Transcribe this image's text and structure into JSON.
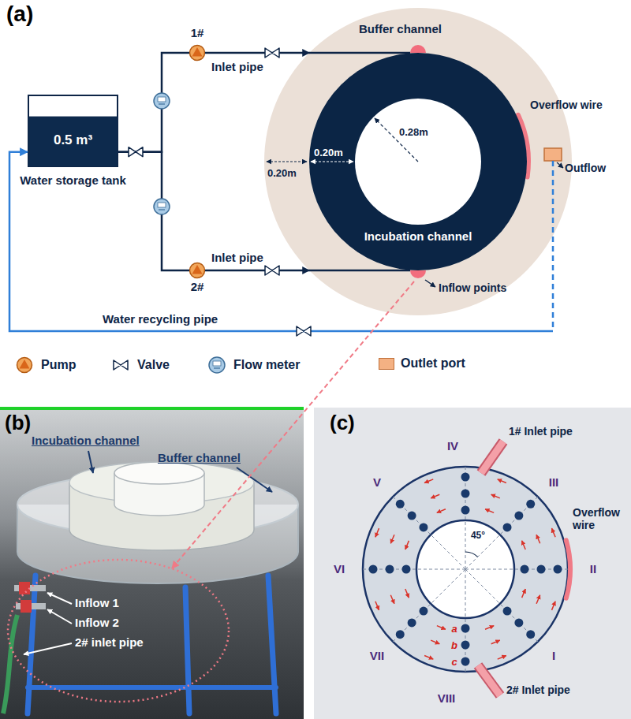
{
  "diagram": {
    "nodes": [
      {
        "text": [
          "0.5 m³",
          "Water storage tank"
        ]
      },
      {
        "text": [
          "1#"
        ]
      },
      {
        "text": [
          "2#"
        ]
      },
      {
        "text": [
          "Buffer channel"
        ]
      },
      {
        "text": [
          "Incubation channel"
        ],
        "in": 3
      },
      {
        "text": [
          "Outflow"
        ],
        "in": 3
      }
    ],
    "edges": [
      {
        "from": 0,
        "to": 1,
        "arrow": "none"
      },
      {
        "from": 0,
        "to": 2,
        "arrow": "none"
      },
      {
        "from": 1,
        "to": 3,
        "arrow": "to",
        "label": "Inlet pipe"
      },
      {
        "from": 2,
        "to": 3,
        "arrow": "to",
        "label": "Inlet pipe"
      },
      {
        "from": 5,
        "to": 0,
        "arrow": "to",
        "label": "Water recycling pipe"
      }
    ],
    "labels": [
      "(a)",
      "0.20m",
      "0.20m",
      "0.28m",
      "Overflow wire",
      "Inflow points",
      "(b)",
      "Incubation channel",
      "Buffer channel",
      "Inflow 1",
      "Inflow 2",
      "2# inlet pipe",
      "(c)",
      "IV",
      "1# Inlet pipe",
      "V",
      "III",
      "Overflow wire",
      "VI",
      "II",
      "45°",
      "a",
      "b",
      "c",
      "VII",
      "I",
      "VIII",
      "2# Inlet pipe"
    ],
    "legend": [
      {
        "text": "Pump"
      },
      {
        "text": "Valve"
      },
      {
        "text": "Flow meter"
      },
      {
        "text": "Outlet port",
        "color": "#f4b183"
      }
    ]
  }
}
